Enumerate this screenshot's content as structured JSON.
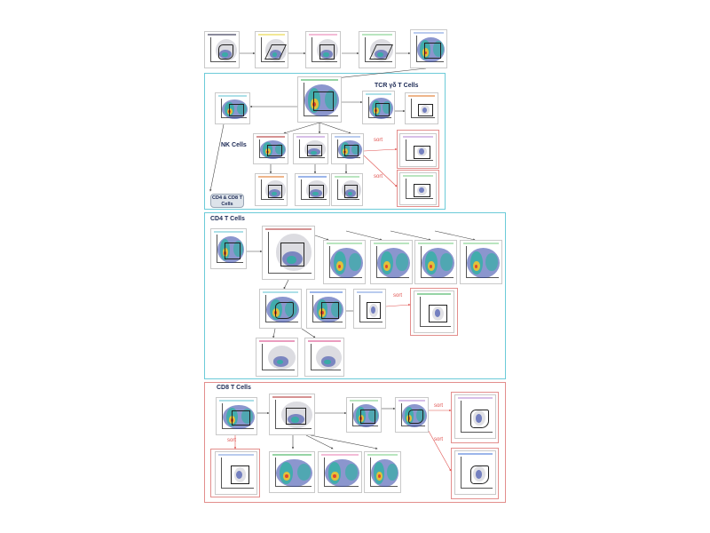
{
  "labels": {
    "tcr_gd": "TCR γδ T Cells",
    "nk": "NK Cells",
    "cd4cd8_pill": "CD4 & CD8 T Cells",
    "cd4_section": "CD4 T Cells",
    "cd8_section": "CD8 T Cells",
    "sort": "sort"
  },
  "colors": {
    "section_teal": "#6ccbd8",
    "section_red": "#e38e8c",
    "arrow_dark": "#444444",
    "arrow_red": "#e0524f",
    "sort_box": "#e38e8c",
    "density_low": "#2b3fa6",
    "density_mid": "#2ab3a0",
    "density_high": "#f2c32e",
    "density_peak": "#e23a2c",
    "scatter_gray": "#9a9aa8"
  },
  "bar_colors": [
    "#2c2c4a",
    "#e8d640",
    "#e985b6",
    "#7fd08a",
    "#7fa0e0",
    "#3fb05b",
    "#69c7d6",
    "#e07a2c",
    "#b33a3a",
    "#b68ad6",
    "#d84a8a",
    "#4a7ad8"
  ]
}
